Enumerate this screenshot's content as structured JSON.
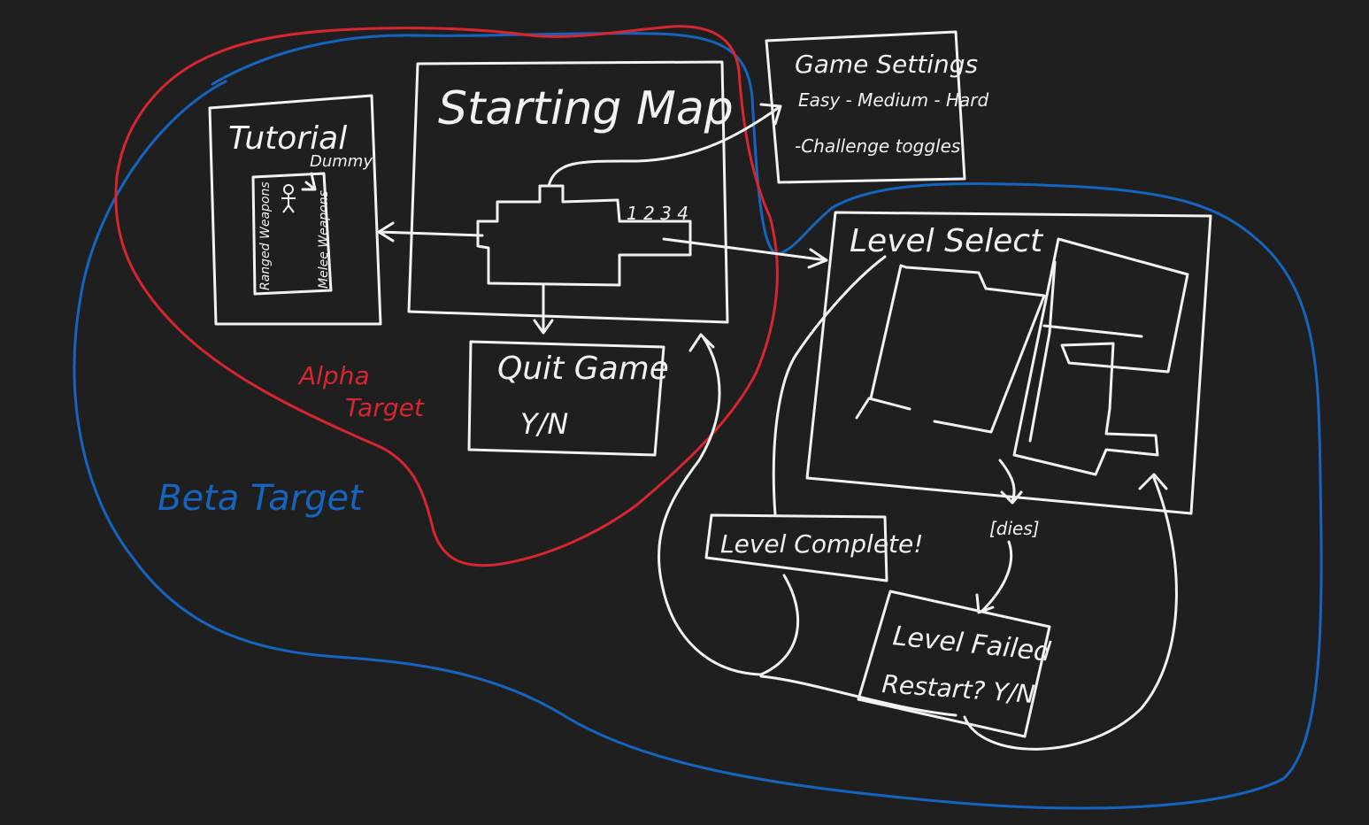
{
  "colors": {
    "background": "#1f1f1f",
    "ink": "#f2f2f2",
    "alpha": "#d7262f",
    "beta": "#1565c0"
  },
  "boxes": {
    "starting_map": "Starting Map",
    "tutorial": "Tutorial",
    "dummy": "Dummy",
    "ranged_weapons": "Ranged Weapons",
    "melee_weapons": "Melee Weapons",
    "map_numbers": "1 2 3 4",
    "game_settings": "Game Settings",
    "difficulty": "Easy - Medium - Hard",
    "challenge": "-Challenge toggles",
    "level_select": "Level Select",
    "quit_game": "Quit Game",
    "quit_yn": "Y/N",
    "level_complete": "Level Complete!",
    "dies": "[dies]",
    "level_failed": "Level Failed",
    "restart": "Restart? Y/N"
  },
  "targets": {
    "alpha_line1": "Alpha",
    "alpha_line2": "Target",
    "beta": "Beta Target"
  }
}
